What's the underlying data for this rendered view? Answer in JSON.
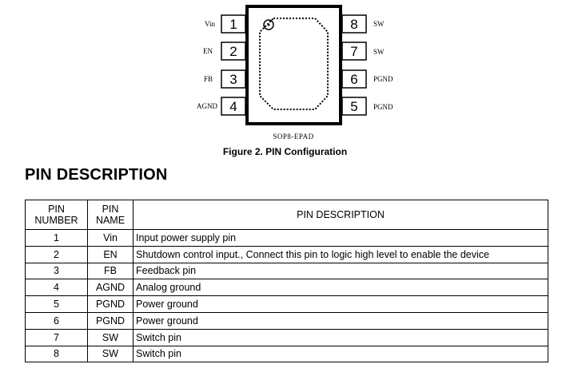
{
  "package": {
    "name": "SOP8-EPAD",
    "left_pins": [
      {
        "number": "1",
        "label": "Vin"
      },
      {
        "number": "2",
        "label": "EN"
      },
      {
        "number": "3",
        "label": "FB"
      },
      {
        "number": "4",
        "label": "AGND"
      }
    ],
    "right_pins": [
      {
        "number": "8",
        "label": "SW"
      },
      {
        "number": "7",
        "label": "SW"
      },
      {
        "number": "6",
        "label": "PGND"
      },
      {
        "number": "5",
        "label": "PGND"
      }
    ]
  },
  "figure_caption": "Figure 2.  PIN Configuration",
  "section_heading": "PIN DESCRIPTION",
  "table": {
    "headers": {
      "number_line1": "PIN",
      "number_line2": "NUMBER",
      "name_line1": "PIN",
      "name_line2": "NAME",
      "description": "PIN DESCRIPTION"
    },
    "rows": [
      {
        "number": "1",
        "name": "Vin",
        "description": "Input  power  supply pin"
      },
      {
        "number": "2",
        "name": "EN",
        "description": "Shutdown control input., Connect this pin to logic high level to enable the device"
      },
      {
        "number": "3",
        "name": "FB",
        "description": "Feedback pin"
      },
      {
        "number": "4",
        "name": "AGND",
        "description": "Analog ground"
      },
      {
        "number": "5",
        "name": "PGND",
        "description": "Power ground"
      },
      {
        "number": "6",
        "name": "PGND",
        "description": "Power ground"
      },
      {
        "number": "7",
        "name": "SW",
        "description": "Switch pin"
      },
      {
        "number": "8",
        "name": "SW",
        "description": "Switch pin"
      }
    ]
  }
}
